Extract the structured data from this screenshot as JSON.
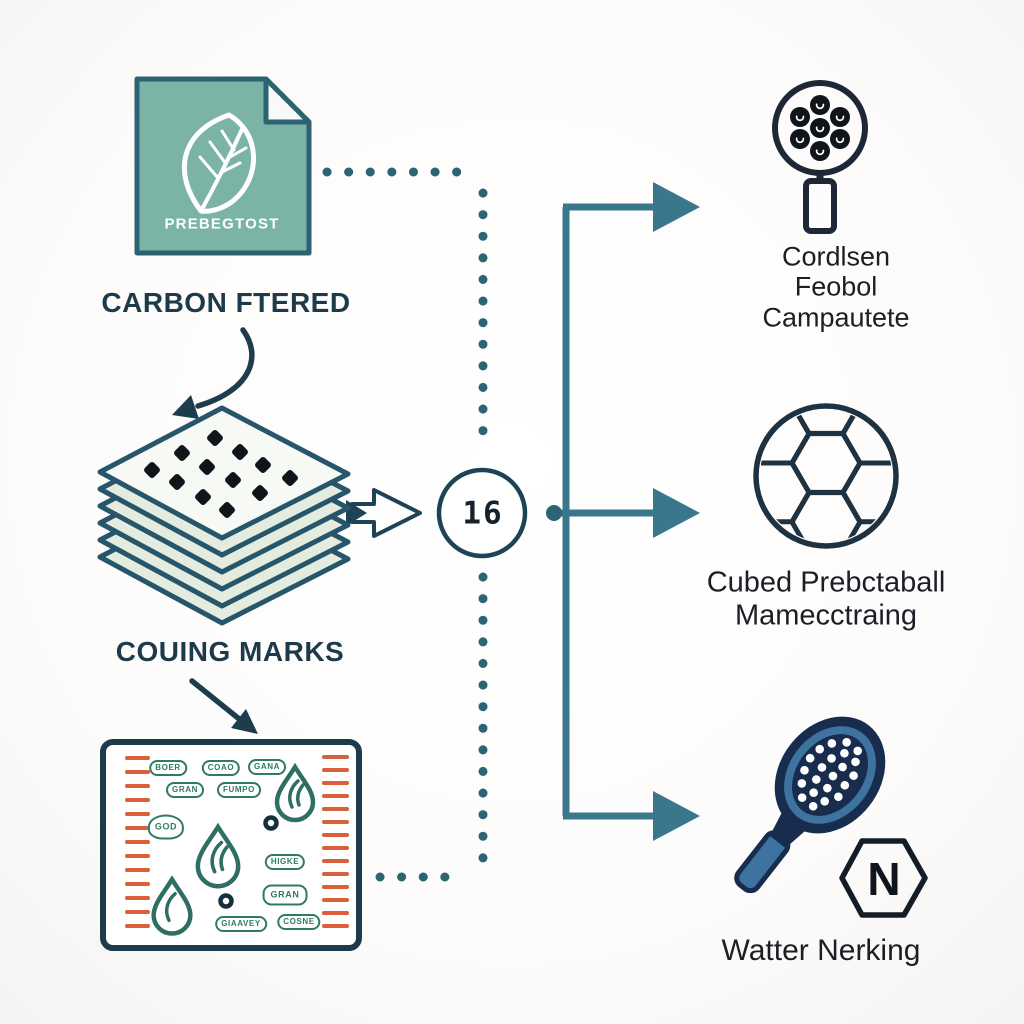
{
  "diagram": {
    "source_document": {
      "label": "PREBEGTOST"
    },
    "step_titles": {
      "carbon": "CARBON FTERED",
      "marks": "COUING MARKS"
    },
    "process_node": {
      "value": "16"
    },
    "marks_box": {
      "stamps": [
        "BOER",
        "COAO",
        "GANA",
        "GRAN",
        "FUMPO",
        "GOD",
        "HIGKE",
        "GRAN",
        "GIAAVEY",
        "COSNE"
      ]
    },
    "outputs": [
      {
        "icon": "dotted-lens-icon",
        "lines": [
          "Cordlsen",
          "Feobol",
          "Campautete"
        ]
      },
      {
        "icon": "soccer-ball-icon",
        "lines": [
          "Cubed Prebctaball",
          "Mamecctraing"
        ]
      },
      {
        "icon": "padel-racket-icon",
        "badge_letter": "N",
        "lines": [
          "Watter Nerking"
        ]
      }
    ],
    "colors": {
      "document_fill": "#7bb4a7",
      "document_border": "#2d6272",
      "dotted_connector": "#2d6474",
      "branch_connector": "#3a768c",
      "title_navy": "#1c3a4a",
      "stamp_green": "#2e7a63",
      "dash_orange": "#dc5f3c",
      "stack_border": "#27556a",
      "ink": "#14181f",
      "racket_navy": "#182c4e",
      "racket_blue": "#3e73a0"
    }
  }
}
